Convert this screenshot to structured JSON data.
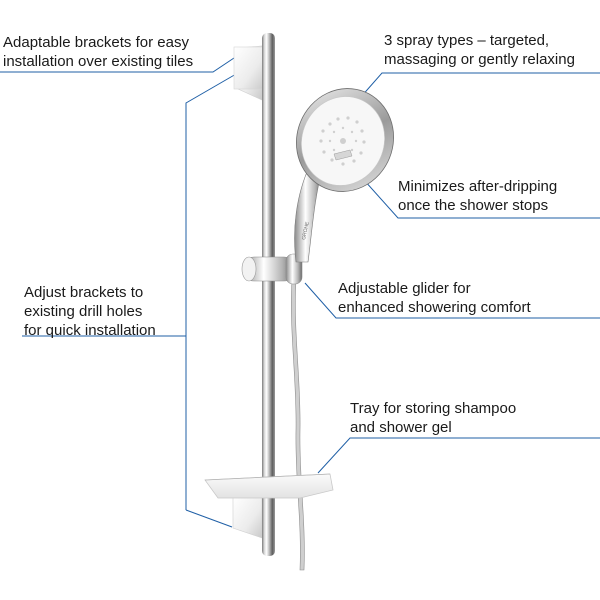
{
  "colors": {
    "callout_line": "#1f5fa6",
    "text": "#1a1a1a",
    "chrome_light": "#f4f4f4",
    "chrome_dark": "#6d6d6d"
  },
  "callouts": {
    "brackets": {
      "line1": "Adaptable brackets for easy",
      "line2": "installation over existing tiles"
    },
    "spray": {
      "line1": "3 spray types – targeted,",
      "line2": "massaging or gently relaxing"
    },
    "drip": {
      "line1": "Minimizes after-dripping",
      "line2": "once the shower stops"
    },
    "adjust": {
      "line1": "Adjust brackets to",
      "line2": "existing drill holes",
      "line3": "for quick installation"
    },
    "glider": {
      "line1": "Adjustable glider for",
      "line2": "enhanced showering comfort"
    },
    "tray": {
      "line1": "Tray for storing shampoo",
      "line2": "and shower gel"
    }
  },
  "brand_mark": "GROHE"
}
